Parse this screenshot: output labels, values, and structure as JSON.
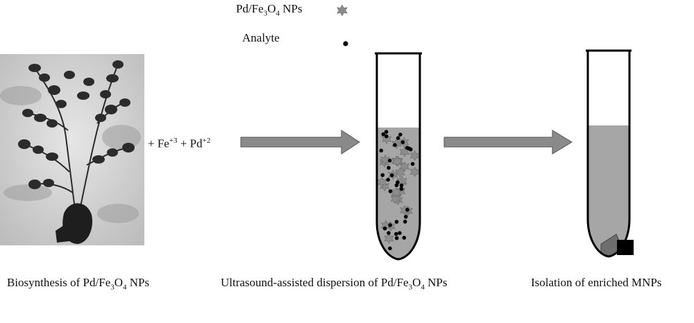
{
  "legend": {
    "np_label": {
      "pre": "Pd/Fe",
      "s1": "3",
      "mid": "O",
      "s2": "4",
      "post": " NPs"
    },
    "analyte_label": "Analyte"
  },
  "reagents": {
    "plus1": "+ Fe",
    "fe_charge": "+3",
    "plus2": " + Pd",
    "pd_charge": "+2"
  },
  "captions": {
    "biosynthesis": {
      "pre": "Biosynthesis of Pd/Fe",
      "s1": "3",
      "mid": "O",
      "s2": "4",
      "post": " NPs"
    },
    "dispersion": {
      "pre": "Ultrasound-assisted dispersion of Pd/Fe",
      "s1": "3",
      "mid": "O",
      "s2": "4",
      "post": " NPs"
    },
    "isolation": "Isolation of enriched MNPs"
  },
  "colors": {
    "arrow_fill": "#8a8a8a",
    "liquid": "#a6a6a6",
    "nanoparticle": "#8c8c8c",
    "analyte": "#000000",
    "magnet": "#000000",
    "aggregate": "#6e6e6e",
    "tube": "#000000"
  },
  "icons": [
    "plant-photo",
    "nanoparticle-star-icon",
    "analyte-dot-icon",
    "arrow-icon",
    "tube-icon",
    "magnet-icon"
  ]
}
